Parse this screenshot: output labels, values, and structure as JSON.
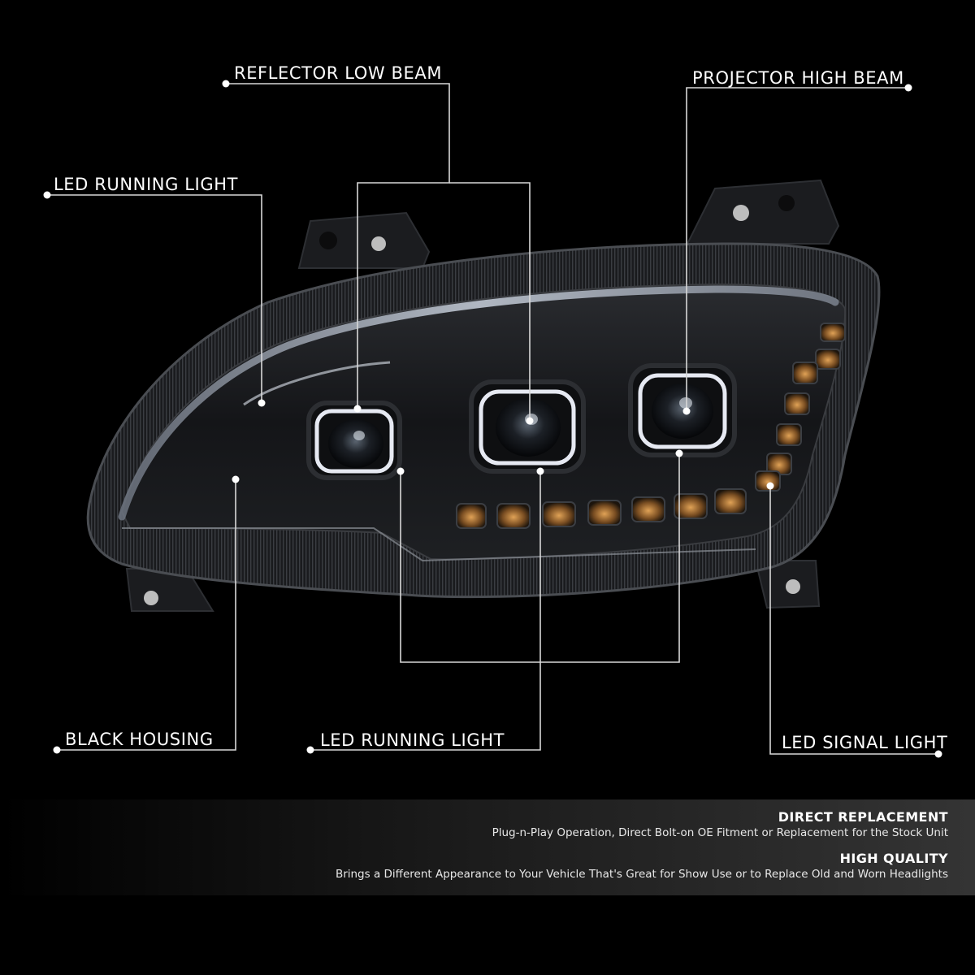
{
  "callouts": {
    "reflector_low_beam": "REFLECTOR LOW BEAM",
    "projector_high_beam": "PROJECTOR HIGH BEAM",
    "led_running_light_top": "LED RUNNING LIGHT",
    "black_housing": "BLACK HOUSING",
    "led_running_light_bottom": "LED RUNNING LIGHT",
    "led_signal_light": "LED SIGNAL LIGHT"
  },
  "features": [
    {
      "title": "DIRECT REPLACEMENT",
      "description": "Plug-n-Play Operation, Direct Bolt-on OE Fitment or Replacement for the Stock Unit"
    },
    {
      "title": "HIGH QUALITY",
      "description": "Brings a Different Appearance to Your Vehicle That's Great for Show Use or to Replace Old and Worn Headlights"
    }
  ],
  "colors": {
    "background": "#000000",
    "callout_line": "#d8d8d8",
    "halo": "#f2f6ff",
    "signal_amber": "#c98a3c"
  }
}
